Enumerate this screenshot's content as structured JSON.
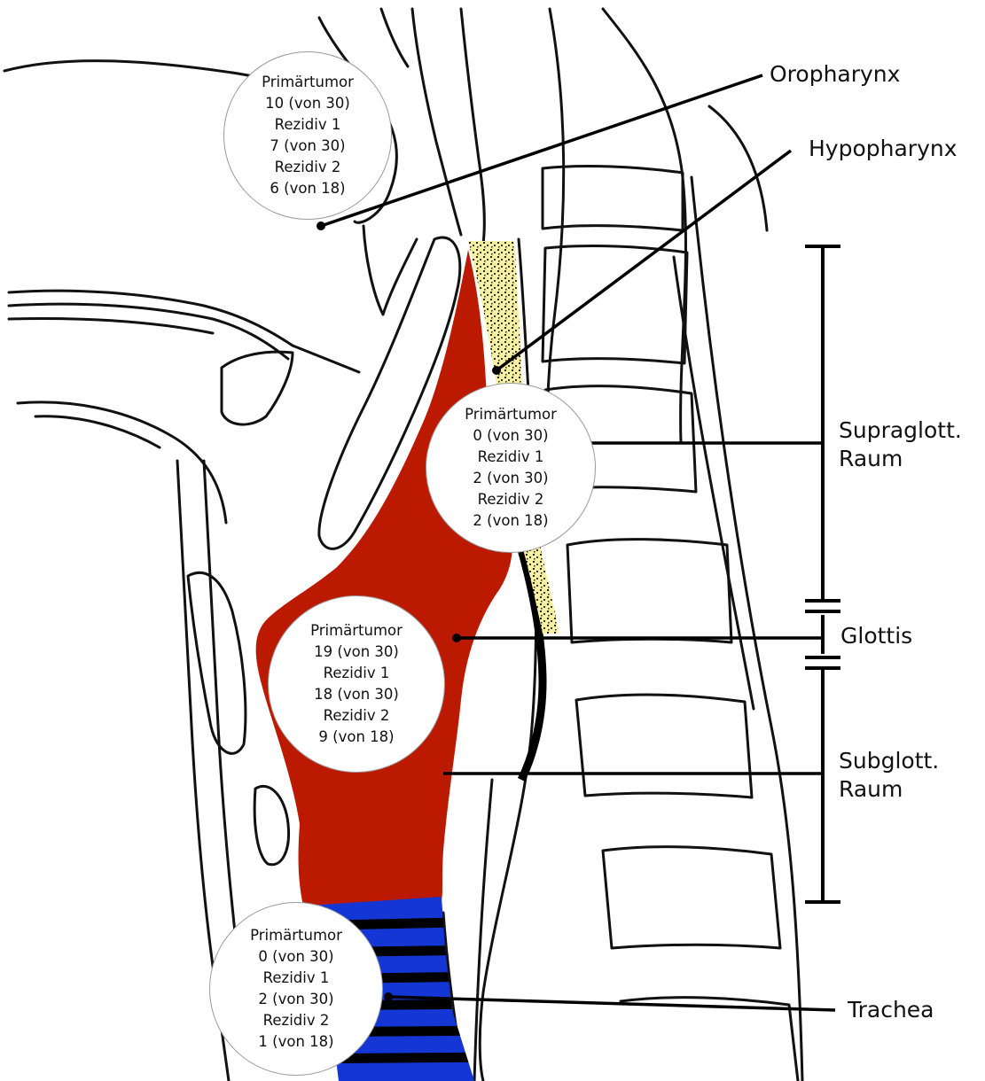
{
  "colors": {
    "tumor_red": "#bb1a00",
    "trachea_blue": "#1436d4",
    "hypopharynx_yellow": "#f7f0a0",
    "line": "#111111"
  },
  "labels": {
    "oropharynx": "Oropharynx",
    "hypopharynx": "Hypopharynx",
    "supraglottis_line1": "Supraglott.",
    "supraglottis_line2": "Raum",
    "glottis": "Glottis",
    "subglottis_line1": "Subglott.",
    "subglottis_line2": "Raum",
    "trachea": "Trachea"
  },
  "stats": {
    "oropharynx": [
      "Primärtumor",
      "10 (von 30)",
      "Rezidiv 1",
      "7 (von 30)",
      "Rezidiv 2",
      "6 (von 18)"
    ],
    "supraglottis": [
      "Primärtumor",
      "0 (von 30)",
      "Rezidiv 1",
      "2 (von 30)",
      "Rezidiv 2",
      "2 (von 18)"
    ],
    "glottis": [
      "Primärtumor",
      "19 (von 30)",
      "Rezidiv 1",
      "18 (von 30)",
      "Rezidiv 2",
      "9 (von 18)"
    ],
    "trachea": [
      "Primärtumor",
      "0 (von 30)",
      "Rezidiv 1",
      "2 (von 30)",
      "Rezidiv 2",
      "1 (von 18)"
    ]
  }
}
